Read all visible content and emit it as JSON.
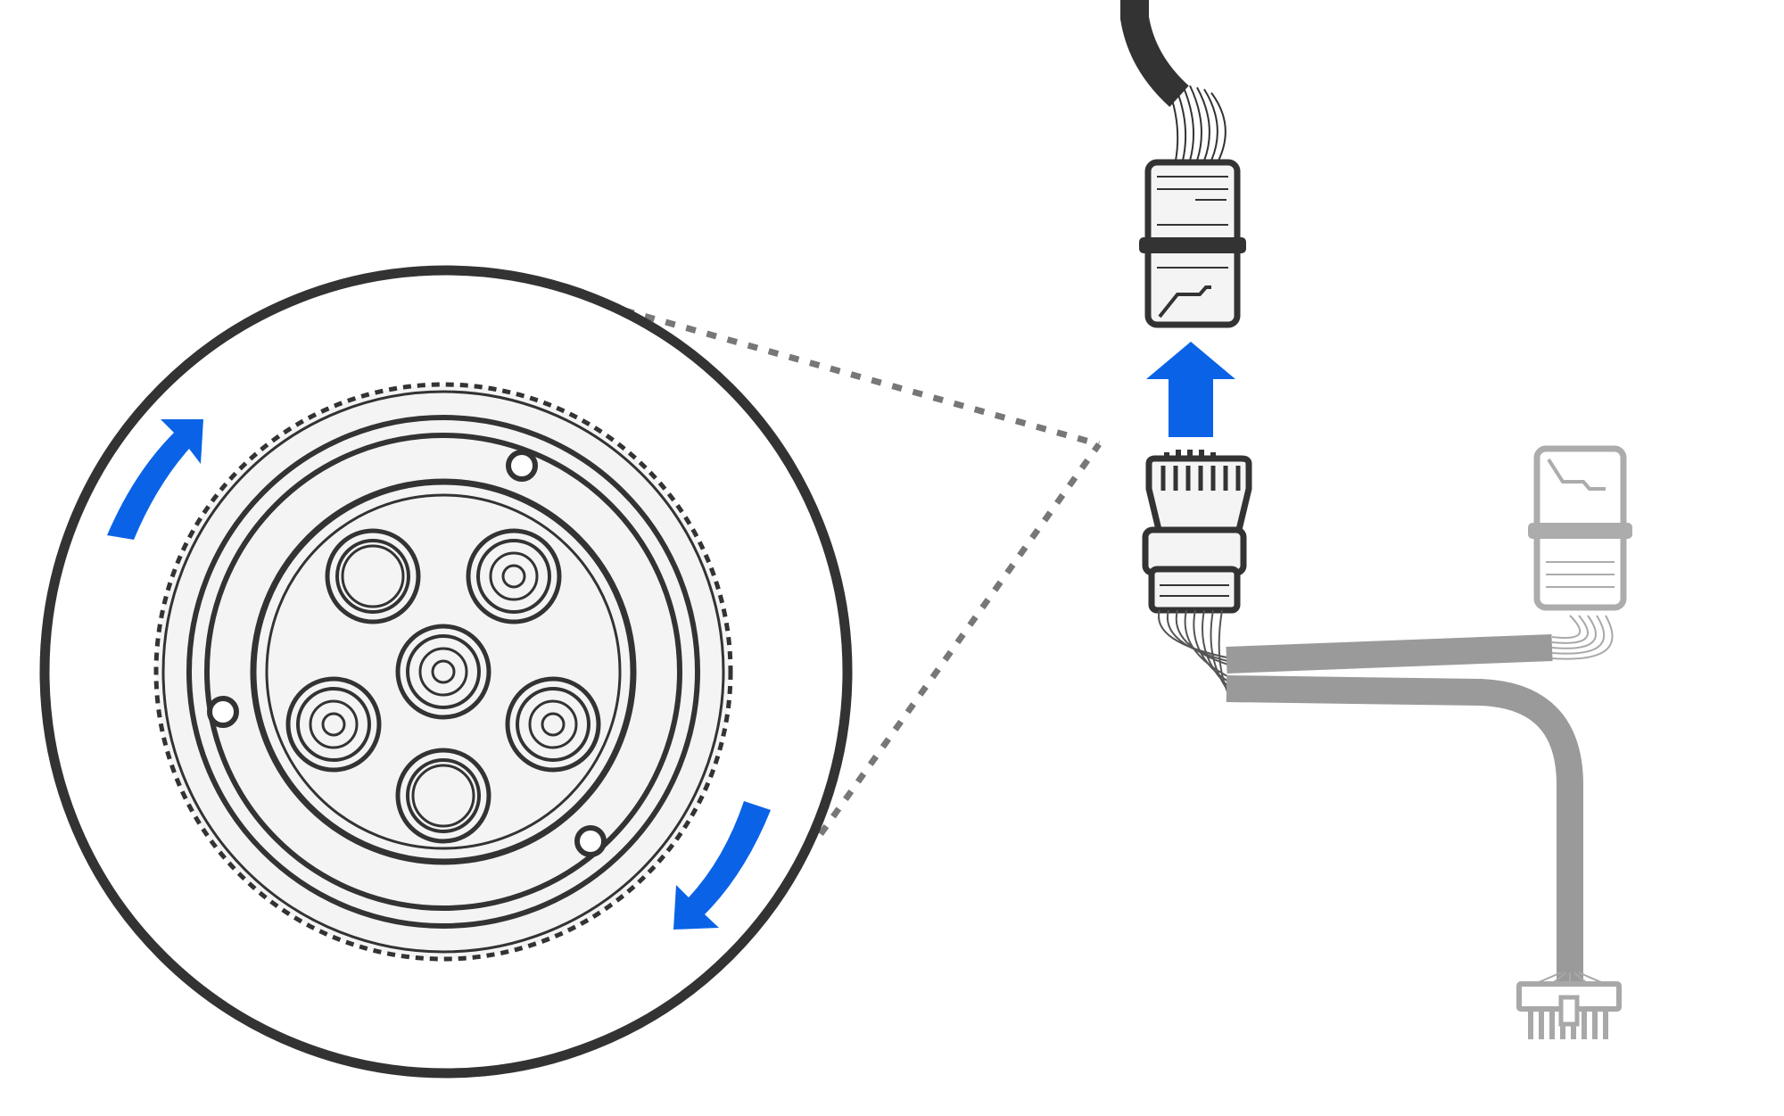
{
  "diagram": {
    "description_text": "",
    "colors": {
      "outline": "#333333",
      "face_fill": "#f4f4f4",
      "arrow_blue": "#0a63e6",
      "cable_gray": "#9a9a9a",
      "ghost_gray": "#a8a8a8",
      "dotted_line": "#777777",
      "background": "#ffffff"
    },
    "icons": {
      "rotation_arrows": "curved-rotation-arrow-icon",
      "push_arrow": "up-arrow-icon"
    },
    "zoom_view": {
      "pin_count": 6,
      "notch_count": 3,
      "rotation_arrow_count": 2
    }
  }
}
